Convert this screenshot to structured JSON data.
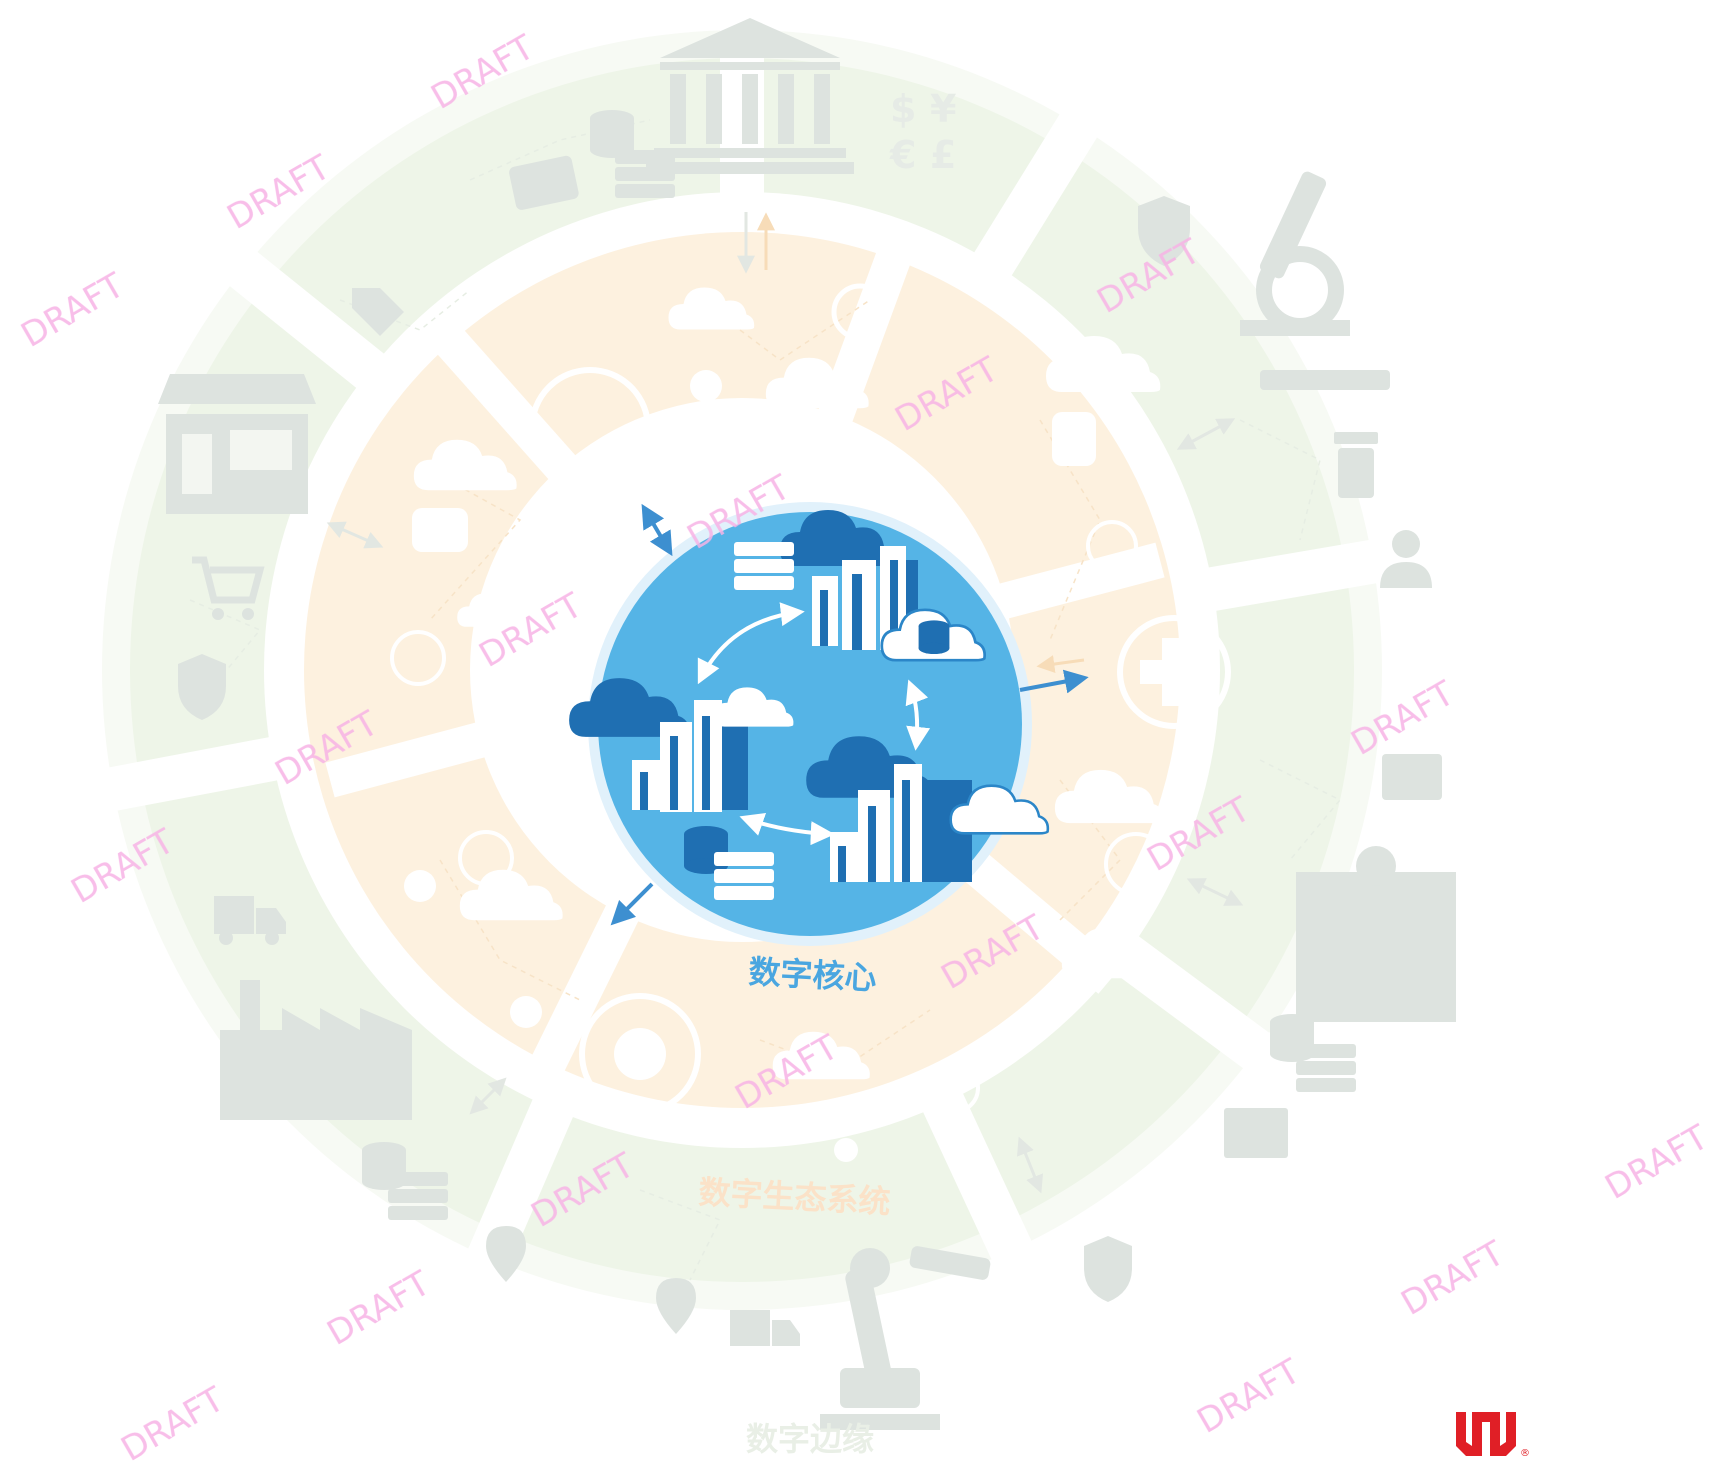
{
  "diagram": {
    "core_label": "数字核心",
    "ecosystem_label": "数字生态系统",
    "edge_label": "数字边缘",
    "watermark": "DRAFT",
    "currency_symbols": [
      "$",
      "¥",
      "€",
      "£"
    ],
    "logo_registered": "®"
  },
  "colors": {
    "core_blue": "#55b4e6",
    "core_dark_blue": "#1f6fb2",
    "core_ring": "#cfe9f8",
    "eco_ring": "#fdf1df",
    "edge_ring": "#eef5e8",
    "edge_outer": "#f6f9f2",
    "icon_gray": "#dde3df",
    "watermark_pink": "#f7b3e6",
    "logo_red": "#e01f26"
  },
  "icons": [
    "bank-icon",
    "money-icon",
    "database-icon",
    "server-icon",
    "credit-card-icon",
    "microscope-icon",
    "shield-icon",
    "store-icon",
    "cart-icon",
    "tag-icon",
    "medicine-bottle-icon",
    "user-icon",
    "id-card-icon",
    "hospital-icon",
    "truck-icon",
    "factory-icon",
    "location-pin-icon",
    "robot-arm-icon",
    "image-icon",
    "cloud-icon",
    "dollar-icon",
    "gear-icon",
    "medical-cross-icon",
    "chat-icon",
    "people-icon",
    "link-icon",
    "check-icon",
    "alert-icon",
    "thermometer-icon",
    "transfer-icon",
    "city-building-icon",
    "sync-arrow-icon"
  ]
}
